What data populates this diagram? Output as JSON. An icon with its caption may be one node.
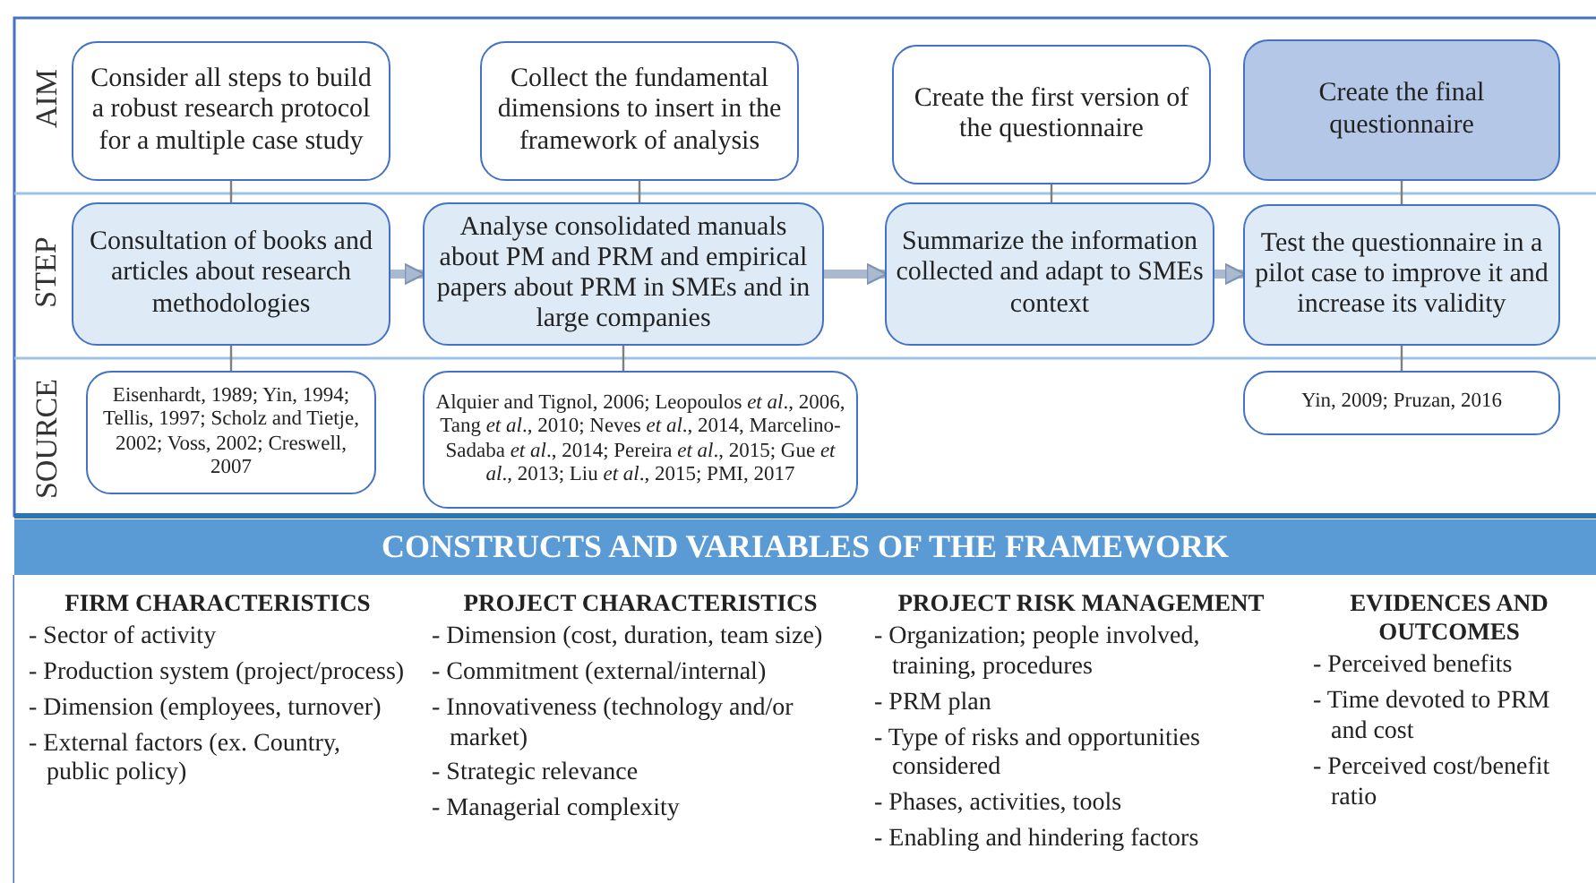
{
  "diagram": {
    "nodes": [
      {
        "text": [
          "Consider all steps to build a robust research protocol for a multiple case study"
        ]
      },
      {
        "text": [
          "Collect the fundamental dimensions to insert in the framework of analysis"
        ]
      },
      {
        "text": [
          "Create the first version of the questionnaire"
        ]
      },
      {
        "text": [
          "Create the final questionnaire"
        ]
      },
      {
        "text": [
          "Consultation of books and articles about research methodologies"
        ]
      },
      {
        "text": [
          "Analyse consolidated manuals about PM and PRM and empirical papers about PRM in SMEs and in large companies"
        ]
      },
      {
        "text": [
          "Summarize the information collected and adapt to SMEs context"
        ]
      },
      {
        "text": [
          "Test the questionnaire in a pilot case to improve it and increase its validity"
        ]
      },
      {
        "text": [
          "Eisenhardt, 1989; Yin, 1994; Tellis, 1997; Scholz and Tietje, 2002; Voss, 2002; Creswell, 2007"
        ]
      },
      {
        "text": [
          "Alquier and Tignol, 2006; Leopoulos *et al*., 2006, Tang *et al*., 2010; Neves *et al*., 2014, Marcelino-Sadaba *et al*., 2014; Pereira *et al*., 2015; Gue *et al*., 2013; Liu *et al*., 2015; PMI, 2017"
        ]
      },
      {
        "text": [
          "Yin, 2009; Pruzan, 2016"
        ]
      },
      {
        "text": [
          "CONSTRUCTS AND VARIABLES OF THE FRAMEWORK"
        ]
      },
      {
        "text": [
          "FIRM CHARACTERISTICS",
          "- Sector of activity",
          "- Production system (project/process)",
          "- Dimension (employees, turnover)",
          "- External factors (ex. Country, public policy)"
        ]
      },
      {
        "text": [
          "PROJECT CHARACTERISTICS",
          "- Dimension (cost, duration, team size)",
          "- Commitment (external/internal)",
          "- Innovativeness (technology and/or market)",
          "- Strategic relevance",
          "- Managerial complexity"
        ]
      },
      {
        "text": [
          "PROJECT RISK MANAGEMENT",
          "- Organization; people involved, training, procedures",
          "- PRM plan",
          "- Type of risks and opportunities considered",
          "- Phases, activities, tools",
          "- Enabling and hindering factors"
        ]
      },
      {
        "text": [
          "EVIDENCES AND OUTCOMES",
          "- Perceived benefits",
          "- Time devoted to PRM and cost",
          "- Perceived cost/benefit ratio"
        ]
      }
    ],
    "edges": [
      {
        "from": 0,
        "to": 4,
        "arrow": "none"
      },
      {
        "from": 1,
        "to": 5,
        "arrow": "none"
      },
      {
        "from": 2,
        "to": 6,
        "arrow": "none"
      },
      {
        "from": 3,
        "to": 7,
        "arrow": "none"
      },
      {
        "from": 4,
        "to": 8,
        "arrow": "none"
      },
      {
        "from": 5,
        "to": 9,
        "arrow": "none"
      },
      {
        "from": 7,
        "to": 10,
        "arrow": "none"
      },
      {
        "from": 4,
        "to": 5,
        "arrow": "to",
        "style": "thick",
        "color": "#a9b9d0"
      },
      {
        "from": 5,
        "to": 6,
        "arrow": "to",
        "style": "thick",
        "color": "#a9b9d0"
      },
      {
        "from": 6,
        "to": 7,
        "arrow": "to",
        "style": "thick",
        "color": "#a9b9d0"
      }
    ],
    "labels": [
      "AIM",
      "STEP",
      "SOURCE"
    ]
  }
}
